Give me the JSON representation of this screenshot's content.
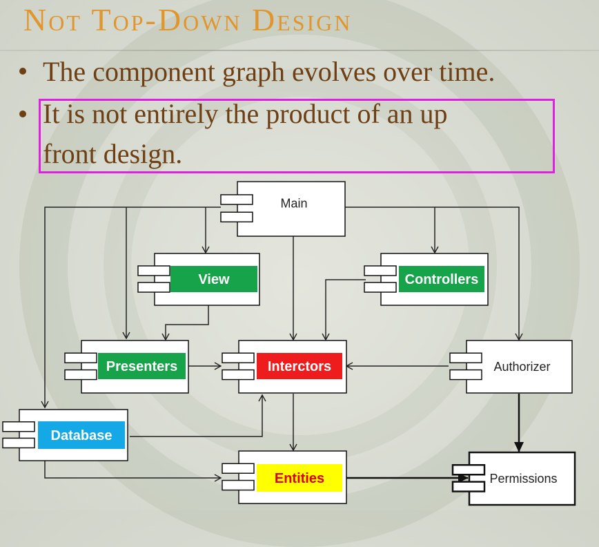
{
  "slide": {
    "title": "Not Top-Down Design",
    "bullets": [
      "The component graph evolves over time.",
      "It is not entirely the product of an up",
      "front design."
    ]
  },
  "diagram": {
    "components": {
      "main": "Main",
      "view": "View",
      "controllers": "Controllers",
      "presenters": "Presenters",
      "interactors": "Interctors",
      "authorizer": "Authorizer",
      "database": "Database",
      "entities": "Entities",
      "permissions": "Permissions"
    },
    "colors": {
      "green_label": "#16a34a",
      "red_label": "#ee1c1c",
      "blue_label": "#14a8e6",
      "yellow_label": "#ffff00",
      "title": "#e0962c",
      "bullet_text": "#6e3f15",
      "highlight_border": "#e020e0"
    },
    "edges": [
      [
        "Main",
        "View"
      ],
      [
        "Main",
        "Controllers"
      ],
      [
        "Main",
        "Presenters"
      ],
      [
        "Main",
        "Interctors"
      ],
      [
        "Main",
        "Authorizer"
      ],
      [
        "Main",
        "Database"
      ],
      [
        "View",
        "Presenters"
      ],
      [
        "Controllers",
        "Interctors"
      ],
      [
        "Presenters",
        "Interctors"
      ],
      [
        "Authorizer",
        "Interctors"
      ],
      [
        "Authorizer",
        "Permissions"
      ],
      [
        "Interctors",
        "Entities"
      ],
      [
        "Database",
        "Interctors"
      ],
      [
        "Database",
        "Entities"
      ],
      [
        "Entities",
        "Permissions"
      ]
    ]
  }
}
